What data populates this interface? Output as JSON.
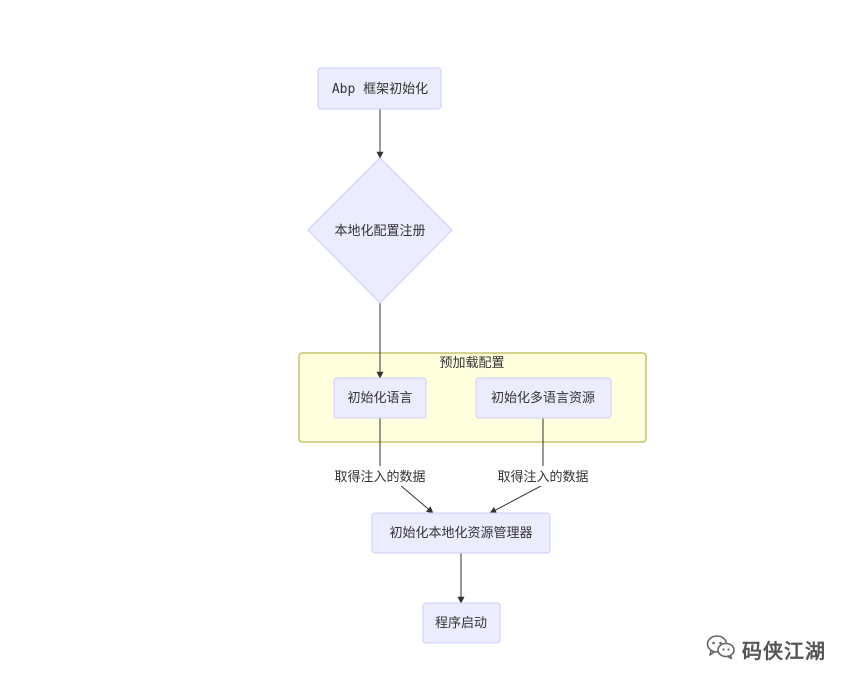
{
  "nodes": {
    "abp_init": "Abp 框架初始化",
    "loc_config": "本地化配置注册",
    "init_lang": "初始化语言",
    "init_res": "初始化多语言资源",
    "init_mgr": "初始化本地化资源管理器",
    "start": "程序启动"
  },
  "subgraph": {
    "title": "预加载配置"
  },
  "edges": {
    "label_left": "取得注入的数据",
    "label_right": "取得注入的数据"
  },
  "colors": {
    "node_fill": "#ECECFF",
    "node_stroke": "#CCCCFF",
    "cluster_fill": "#FFFFDE",
    "cluster_stroke": "#AAAA33",
    "line": "#333333"
  },
  "watermark": {
    "icon": "wechat-icon",
    "text": "码侠江湖"
  }
}
